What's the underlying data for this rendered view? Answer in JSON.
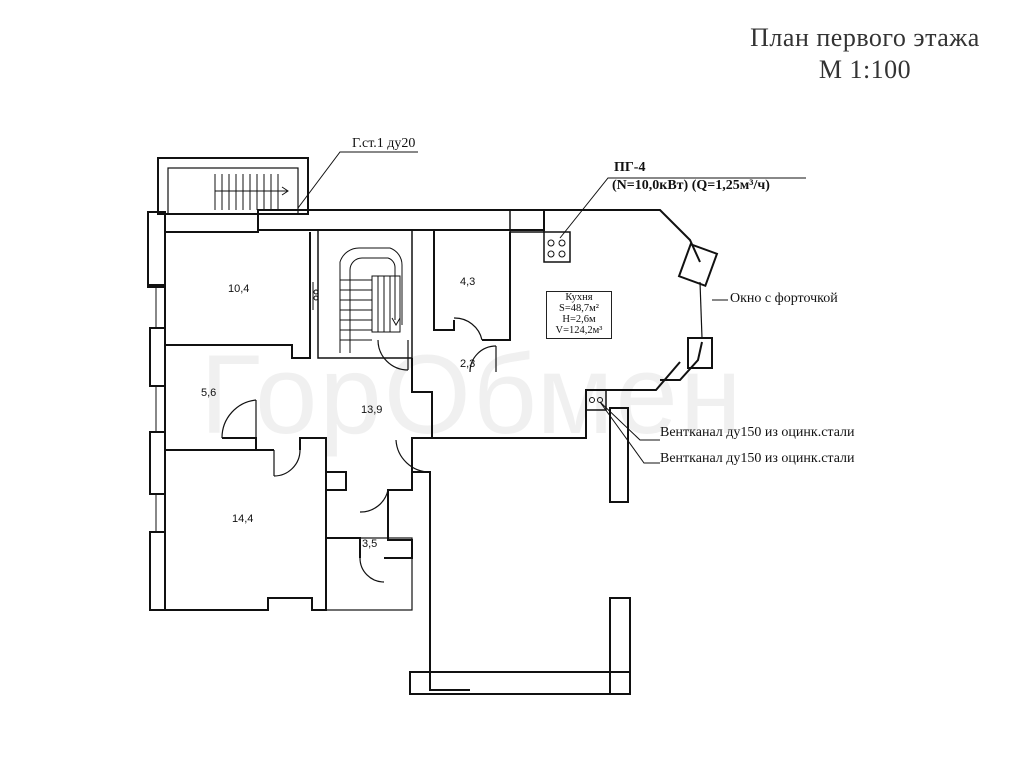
{
  "title": {
    "line1": "План первого этажа",
    "line2": "М 1:100"
  },
  "labels": {
    "gas_riser": "Г.ст.1 ду20",
    "boiler_name": "ПГ-4",
    "boiler_specs": "(N=10,0кВт) (Q=1,25м³/ч)",
    "window_note": "Окно с форточкой",
    "vent_1": "Вентканал ду150 из оцинк.стали",
    "vent_2": "Вентканал ду150 из оцинк.стали"
  },
  "rooms": {
    "r1": "10,4",
    "r2": "5,6",
    "r3": "14,4",
    "r4": "13,9",
    "r5": "4,3",
    "r6": "2,3",
    "r7": "3,5"
  },
  "kitchen": {
    "name": "Кухня",
    "area": "S=48,7м²",
    "height": "Н=2,6м",
    "volume": "V=124,2м³"
  },
  "watermark": "ГорОбмен"
}
